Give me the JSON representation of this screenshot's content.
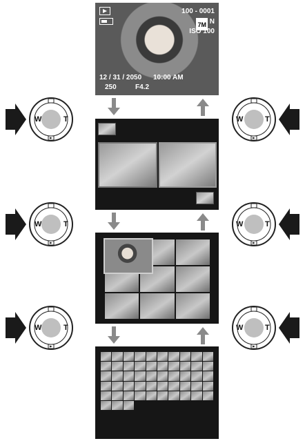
{
  "screen1": {
    "mode_icon": "playback-icon",
    "battery_icon": "battery-icon",
    "frame_number": "100 - 0001",
    "image_size": "7M",
    "quality": "N",
    "iso": "ISO 100",
    "date": "12 / 31 / 2050",
    "time": "10:00 AM",
    "shutter": "250",
    "aperture": "F4.2"
  },
  "dial": {
    "left_label": "W",
    "right_label": "T",
    "top_icon": "face-detect-icon",
    "bottom_icon": "playback-icon",
    "pointer_icon": "arrow-pointer-icon"
  },
  "steps": [
    {
      "name": "single-frame-view"
    },
    {
      "name": "two-frame-view"
    },
    {
      "name": "nine-frame-view"
    },
    {
      "name": "hundred-frame-view"
    }
  ]
}
